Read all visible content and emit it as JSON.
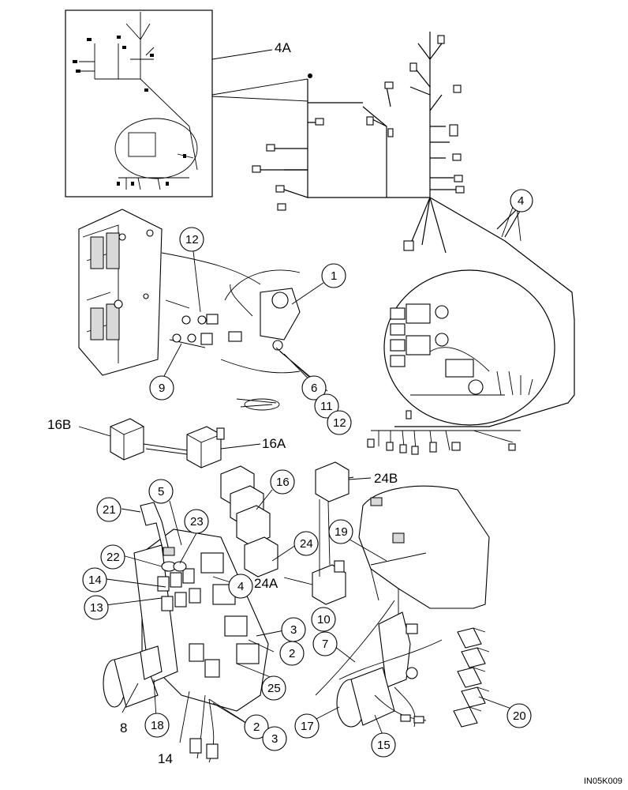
{
  "figure_code": "IN05K009",
  "callouts": [
    {
      "id": "c1",
      "label": "1"
    },
    {
      "id": "c2a",
      "label": "2"
    },
    {
      "id": "c2b",
      "label": "2"
    },
    {
      "id": "c3a",
      "label": "3"
    },
    {
      "id": "c3b",
      "label": "3"
    },
    {
      "id": "c4",
      "label": "4"
    },
    {
      "id": "c5",
      "label": "5"
    },
    {
      "id": "c6",
      "label": "6"
    },
    {
      "id": "c7",
      "label": "7"
    },
    {
      "id": "c9",
      "label": "9"
    },
    {
      "id": "c10",
      "label": "10"
    },
    {
      "id": "c11",
      "label": "11"
    },
    {
      "id": "c12a",
      "label": "12"
    },
    {
      "id": "c12b",
      "label": "12"
    },
    {
      "id": "c13",
      "label": "13"
    },
    {
      "id": "c14",
      "label": "14"
    },
    {
      "id": "c15",
      "label": "15"
    },
    {
      "id": "c16",
      "label": "16"
    },
    {
      "id": "c17",
      "label": "17"
    },
    {
      "id": "c18",
      "label": "18"
    },
    {
      "id": "c19",
      "label": "19"
    },
    {
      "id": "c20",
      "label": "20"
    },
    {
      "id": "c21",
      "label": "21"
    },
    {
      "id": "c22",
      "label": "22"
    },
    {
      "id": "c23",
      "label": "23"
    },
    {
      "id": "c24",
      "label": "24"
    },
    {
      "id": "c25",
      "label": "25"
    }
  ],
  "free_labels": [
    {
      "id": "f4a",
      "label": "4A"
    },
    {
      "id": "f4",
      "label": "4"
    },
    {
      "id": "f16b",
      "label": "16B"
    },
    {
      "id": "f16a",
      "label": "16A"
    },
    {
      "id": "f24b",
      "label": "24B"
    },
    {
      "id": "f24a",
      "label": "24A"
    },
    {
      "id": "f8",
      "label": "8"
    },
    {
      "id": "f14",
      "label": "14"
    }
  ]
}
